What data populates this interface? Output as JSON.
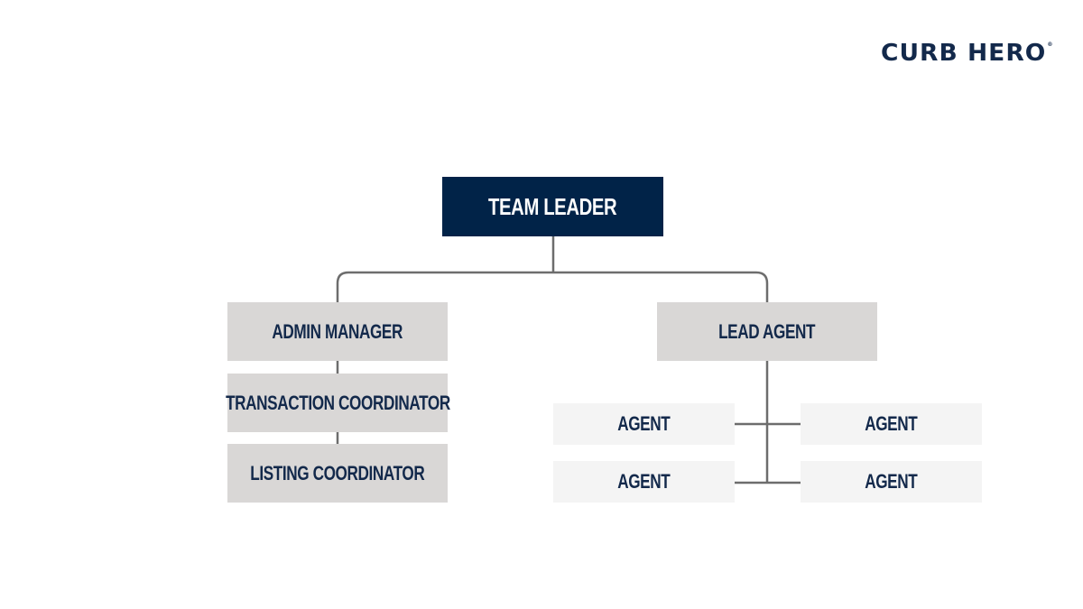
{
  "brand": {
    "logo_text": "CURB HERO",
    "logo_mark": "®",
    "color": "#13294b"
  },
  "colors": {
    "leader_bg": "#012348",
    "manager_bg": "#d9d7d6",
    "agent_bg": "#f4f4f4",
    "connector": "#6d6d6d",
    "text": "#13294b"
  },
  "org_chart": {
    "root": {
      "label": "TEAM LEADER"
    },
    "left_branch": {
      "label": "ADMIN MANAGER",
      "children": [
        {
          "label": "TRANSACTION COORDINATOR"
        },
        {
          "label": "LISTING COORDINATOR"
        }
      ]
    },
    "right_branch": {
      "label": "LEAD AGENT",
      "children": [
        {
          "label": "AGENT"
        },
        {
          "label": "AGENT"
        },
        {
          "label": "AGENT"
        },
        {
          "label": "AGENT"
        }
      ]
    }
  }
}
